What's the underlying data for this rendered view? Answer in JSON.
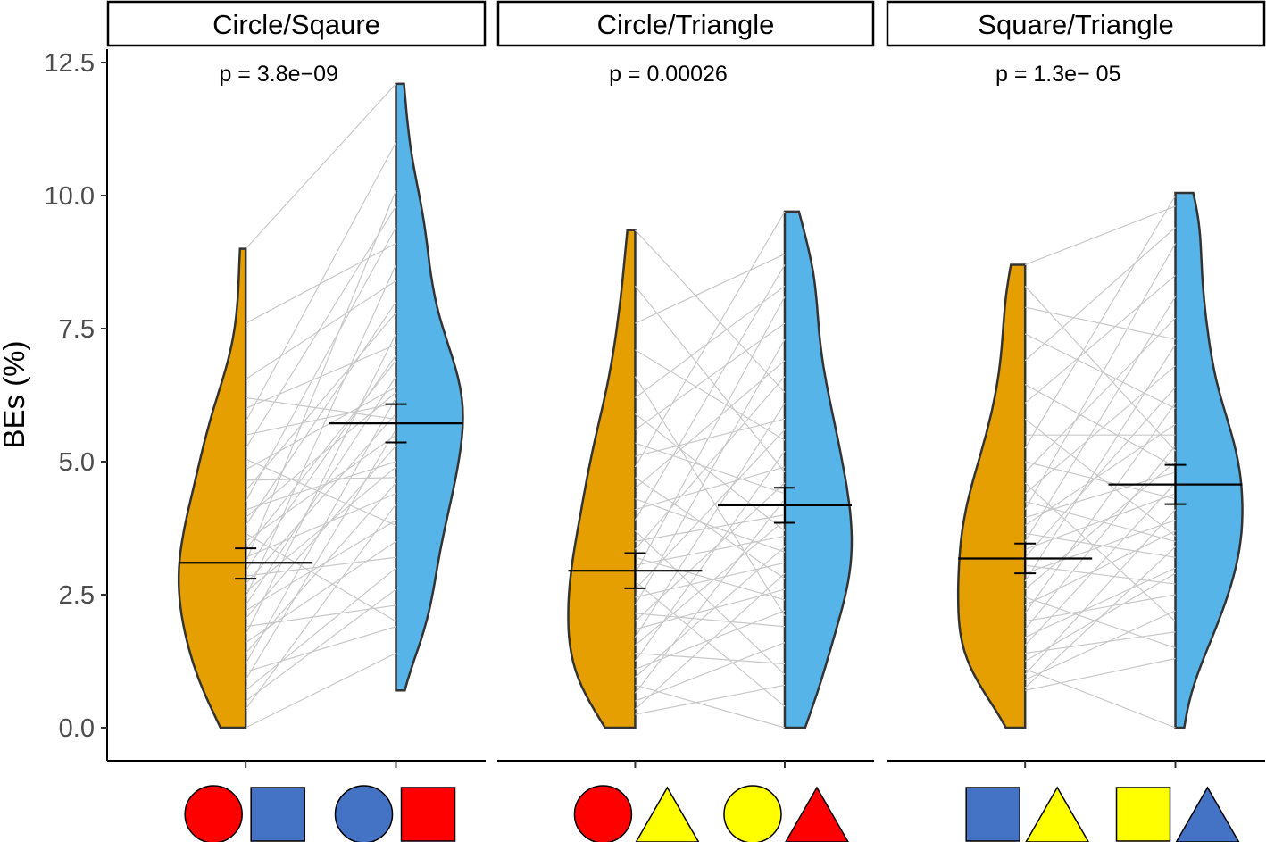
{
  "chart_data": {
    "type": "violin",
    "ylabel": "BEs (%)",
    "ylim": [
      0,
      12.5
    ],
    "yticks": [
      "0.0",
      "2.5",
      "5.0",
      "7.5",
      "10.0",
      "12.5"
    ],
    "grid": false,
    "colors": {
      "left": "#E69F00",
      "right": "#56B4E9"
    },
    "panels": [
      {
        "title": "Circle/Sqaure",
        "p_text": "p = 3.8e−09",
        "groups": [
          {
            "icons": [
              {
                "shape": "circle",
                "color": "#FF0000"
              },
              {
                "shape": "square",
                "color": "#4472C4"
              }
            ],
            "mean": 3.1,
            "ci": [
              2.8,
              3.37
            ],
            "min": 0,
            "max": 9.0
          },
          {
            "icons": [
              {
                "shape": "circle",
                "color": "#4472C4"
              },
              {
                "shape": "square",
                "color": "#FF0000"
              }
            ],
            "mean": 5.72,
            "ci": [
              5.36,
              6.08
            ],
            "min": 0.7,
            "max": 12.1
          }
        ],
        "pairs": [
          [
            0,
            1.4
          ],
          [
            0.35,
            4.2
          ],
          [
            0.5,
            2.6
          ],
          [
            0.7,
            3.0
          ],
          [
            0.9,
            5.6
          ],
          [
            1.05,
            1.9
          ],
          [
            1.2,
            6.2
          ],
          [
            1.4,
            4.6
          ],
          [
            1.6,
            3.5
          ],
          [
            1.75,
            7.4
          ],
          [
            1.9,
            2.3
          ],
          [
            2.05,
            5.3
          ],
          [
            2.2,
            3.9
          ],
          [
            2.3,
            6.6
          ],
          [
            2.45,
            8.7
          ],
          [
            2.55,
            4.9
          ],
          [
            2.7,
            5.9
          ],
          [
            2.85,
            3.2
          ],
          [
            2.95,
            7.0
          ],
          [
            3.1,
            10.1
          ],
          [
            3.2,
            4.4
          ],
          [
            3.35,
            6.9
          ],
          [
            3.5,
            5.5
          ],
          [
            3.65,
            2.0
          ],
          [
            3.8,
            8.0
          ],
          [
            3.95,
            6.3
          ],
          [
            4.1,
            5.0
          ],
          [
            4.25,
            9.4
          ],
          [
            4.45,
            7.8
          ],
          [
            4.65,
            4.7
          ],
          [
            4.85,
            6.4
          ],
          [
            5.05,
            3.8
          ],
          [
            5.25,
            9.8
          ],
          [
            5.5,
            6.1
          ],
          [
            5.75,
            11.0
          ],
          [
            6.0,
            7.2
          ],
          [
            6.2,
            5.8
          ],
          [
            6.55,
            8.4
          ],
          [
            7.6,
            9.1
          ],
          [
            9.0,
            12.1
          ]
        ]
      },
      {
        "title": "Circle/Triangle",
        "p_text": "p = 0.00026",
        "groups": [
          {
            "icons": [
              {
                "shape": "circle",
                "color": "#FF0000"
              },
              {
                "shape": "triangle",
                "color": "#FFFF00"
              }
            ],
            "mean": 2.95,
            "ci": [
              2.62,
              3.28
            ],
            "min": 0,
            "max": 9.35
          },
          {
            "icons": [
              {
                "shape": "circle",
                "color": "#FFFF00"
              },
              {
                "shape": "triangle",
                "color": "#FF0000"
              }
            ],
            "mean": 4.18,
            "ci": [
              3.85,
              4.51
            ],
            "min": 0,
            "max": 9.7
          }
        ],
        "pairs": [
          [
            0.25,
            0.8
          ],
          [
            0.35,
            2.9
          ],
          [
            0.5,
            1.6
          ],
          [
            0.65,
            4.3
          ],
          [
            0.8,
            0.0
          ],
          [
            0.95,
            3.4
          ],
          [
            1.1,
            2.2
          ],
          [
            1.25,
            5.2
          ],
          [
            1.4,
            1.2
          ],
          [
            1.55,
            3.9
          ],
          [
            1.7,
            6.1
          ],
          [
            1.85,
            2.6
          ],
          [
            2.0,
            4.6
          ],
          [
            2.15,
            1.9
          ],
          [
            2.3,
            7.3
          ],
          [
            2.45,
            3.1
          ],
          [
            2.6,
            5.6
          ],
          [
            2.75,
            0.4
          ],
          [
            2.9,
            8.1
          ],
          [
            3.05,
            3.6
          ],
          [
            3.2,
            2.4
          ],
          [
            3.35,
            6.6
          ],
          [
            3.5,
            4.0
          ],
          [
            3.7,
            1.0
          ],
          [
            3.9,
            8.7
          ],
          [
            4.1,
            4.9
          ],
          [
            4.3,
            3.3
          ],
          [
            4.5,
            6.9
          ],
          [
            4.7,
            2.8
          ],
          [
            4.9,
            9.7
          ],
          [
            5.1,
            5.8
          ],
          [
            5.35,
            4.4
          ],
          [
            5.6,
            7.6
          ],
          [
            5.9,
            3.7
          ],
          [
            6.2,
            8.3
          ],
          [
            6.6,
            2.1
          ],
          [
            7.1,
            5.4
          ],
          [
            7.6,
            8.9
          ],
          [
            8.3,
            4.8
          ],
          [
            9.35,
            6.3
          ]
        ]
      },
      {
        "title": "Square/Triangle",
        "p_text": "p = 1.3e− 05",
        "groups": [
          {
            "icons": [
              {
                "shape": "square",
                "color": "#4472C4"
              },
              {
                "shape": "triangle",
                "color": "#FFFF00"
              }
            ],
            "mean": 3.18,
            "ci": [
              2.9,
              3.46
            ],
            "min": 0,
            "max": 8.7
          },
          {
            "icons": [
              {
                "shape": "square",
                "color": "#FFFF00"
              },
              {
                "shape": "triangle",
                "color": "#4472C4"
              }
            ],
            "mean": 4.57,
            "ci": [
              4.2,
              4.94
            ],
            "min": 0,
            "max": 10.05
          }
        ],
        "pairs": [
          [
            0.7,
            1.3
          ],
          [
            0.75,
            3.4
          ],
          [
            0.9,
            2.2
          ],
          [
            1.0,
            4.1
          ],
          [
            1.1,
            0.0
          ],
          [
            1.25,
            2.9
          ],
          [
            1.4,
            1.8
          ],
          [
            1.55,
            4.6
          ],
          [
            1.7,
            3.0
          ],
          [
            1.85,
            5.3
          ],
          [
            2.0,
            2.5
          ],
          [
            2.15,
            6.1
          ],
          [
            2.3,
            3.7
          ],
          [
            2.45,
            1.5
          ],
          [
            2.6,
            5.0
          ],
          [
            2.75,
            7.2
          ],
          [
            2.9,
            3.9
          ],
          [
            3.05,
            2.7
          ],
          [
            3.2,
            6.4
          ],
          [
            3.35,
            4.4
          ],
          [
            3.5,
            8.1
          ],
          [
            3.65,
            3.2
          ],
          [
            3.8,
            5.7
          ],
          [
            3.95,
            4.8
          ],
          [
            4.1,
            9.1
          ],
          [
            4.25,
            3.5
          ],
          [
            4.4,
            6.8
          ],
          [
            4.6,
            2.0
          ],
          [
            4.8,
            7.7
          ],
          [
            5.0,
            4.3
          ],
          [
            5.25,
            10.0
          ],
          [
            5.5,
            5.5
          ],
          [
            5.8,
            3.6
          ],
          [
            6.1,
            8.5
          ],
          [
            6.45,
            4.9
          ],
          [
            6.9,
            9.4
          ],
          [
            7.4,
            6.0
          ],
          [
            7.9,
            7.3
          ],
          [
            8.3,
            5.2
          ],
          [
            8.7,
            9.8
          ]
        ]
      }
    ]
  }
}
